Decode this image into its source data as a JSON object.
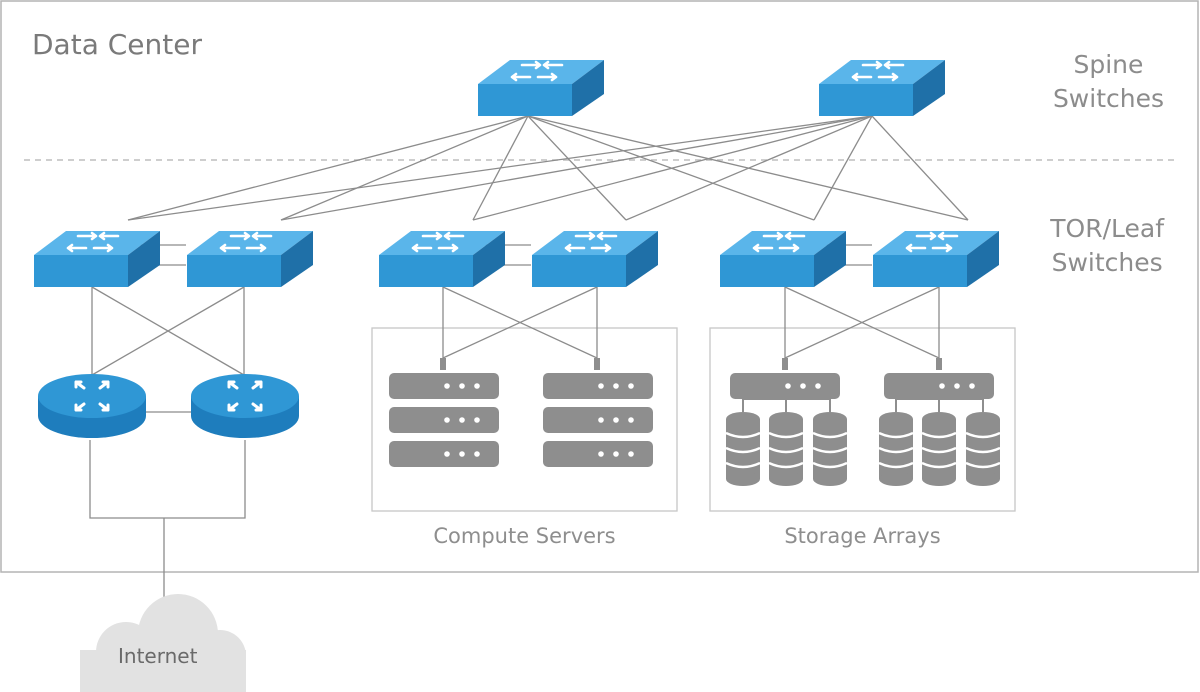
{
  "diagram": {
    "title": "Data Center",
    "tiers": {
      "spine": [
        "Spine",
        "Switches"
      ],
      "leaf": [
        "TOR/Leaf",
        "Switches"
      ]
    },
    "groups": {
      "compute": "Compute Servers",
      "storage": "Storage Arrays"
    },
    "internet": "Internet"
  },
  "colors": {
    "switch_front": "#2f97d5",
    "switch_top": "#55b3e8",
    "switch_side": "#1e6fa6",
    "line": "#8c8c8c",
    "server": "#8e8e8e",
    "frame": "#b4b4b4",
    "cloud": "#e2e2e2"
  },
  "icons": [
    "network-switch-icon",
    "router-icon",
    "rack-server-icon",
    "storage-drum-icon",
    "cloud-icon"
  ]
}
